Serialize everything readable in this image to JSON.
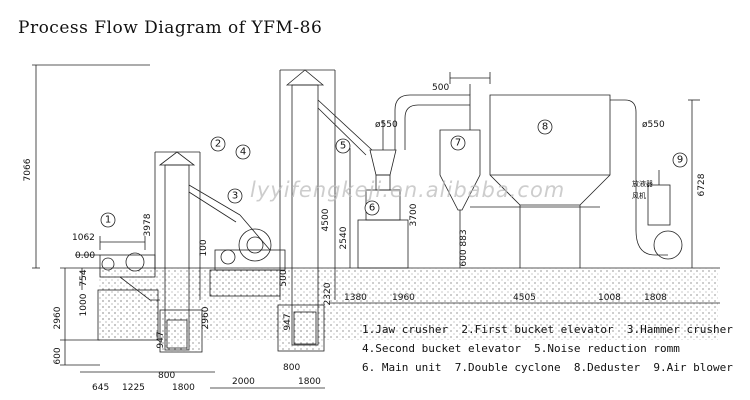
{
  "title": "Process Flow Diagram of YFM-86",
  "watermark": "lyyifengkeji.en.alibaba.com",
  "dims": {
    "h7066": "7066",
    "h6728": "6728",
    "h3978": "3978",
    "h4500": "4500",
    "h3700": "3700",
    "h2540": "2540",
    "h2960a": "2960",
    "h2960b": "2960",
    "h2320": "2320",
    "h1000": "1000",
    "h754": "754",
    "h600": "600",
    "h947a": "947",
    "h947b": "947",
    "h883": "883",
    "h600b": "600",
    "h100": "100",
    "h500": "500",
    "w1062": "1062",
    "w000": "0.00",
    "d550a": "ø550",
    "d550b": "ø550",
    "w500": "500",
    "w645": "645",
    "w1225": "1225",
    "w1800a": "1800",
    "w800a": "800",
    "w2000": "2000",
    "w800b": "800",
    "w1800b": "1800",
    "w1380": "1380",
    "w1960": "1960",
    "w4505": "4505",
    "w1008": "1008",
    "w1808": "1808"
  },
  "numbers": [
    "1",
    "2",
    "3",
    "4",
    "5",
    "6",
    "7",
    "8",
    "9"
  ],
  "legend": [
    "1.Jaw crusher  2.First bucket elevator  3.Hammer crusher",
    "4.Second bucket elevator  5.Noise reduction romm",
    "6. Main unit  7.Double cyclone  8.Deduster  9.Air blower"
  ],
  "labels": {
    "fan_text_a": "放液器",
    "fan_text_b": "风机"
  }
}
